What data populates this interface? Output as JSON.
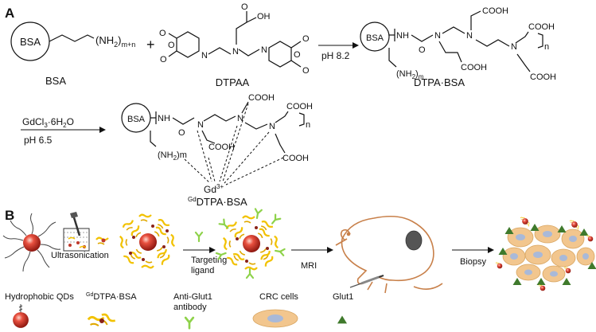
{
  "panelA": {
    "label": "A",
    "bsa_circle": "BSA",
    "amine_group": "(NH",
    "amine_sub_2": "2",
    "amine_close": ")",
    "amine_sub_mn": "m+n",
    "plus": "+",
    "oh_label": "OH",
    "o_label": "O",
    "n_label": "N",
    "nh_label": "NH",
    "cooh_label": "COOH",
    "n_repeat": "n",
    "m_repeat": "m",
    "name_bsa": "BSA",
    "name_dtpaa": "DTPAA",
    "name_dtpa_bsa": "DTPA·BSA",
    "condition_1": "pH 8.2",
    "reagent_gd_a": "GdCl",
    "reagent_gd_sub3": "3",
    "reagent_gd_b": "·6H",
    "reagent_gd_sub2": "2",
    "reagent_gd_c": "O",
    "condition_2": "pH 6.5",
    "gd_ion": "Gd",
    "gd_charge": "3+",
    "gd_product_sup": "Gd",
    "gd_product_name": "DTPA·BSA"
  },
  "panelB": {
    "label": "B",
    "step_ultrasonication": "Ultrasonication",
    "step_targeting_1": "Targeting",
    "step_targeting_2": "ligand",
    "step_mri": "MRI",
    "step_biopsy": "Biopsy",
    "legend": {
      "qds": "Hydrophobic QDs",
      "gd_sup": "Gd",
      "gd_name": "DTPA·BSA",
      "antibody_1": "Anti-Glut1",
      "antibody_2": "antibody",
      "cells": "CRC  cells",
      "glut1": "Glut1"
    }
  },
  "colors": {
    "qd_red": "#d8342a",
    "bsa_yellow": "#f2c200",
    "antibody_green": "#8ed24a",
    "cell_tan": "#f2c68e",
    "cell_nucleus": "#a9b9d8",
    "glut_green": "#3f7a2c",
    "mouse_line": "#c8804a"
  }
}
